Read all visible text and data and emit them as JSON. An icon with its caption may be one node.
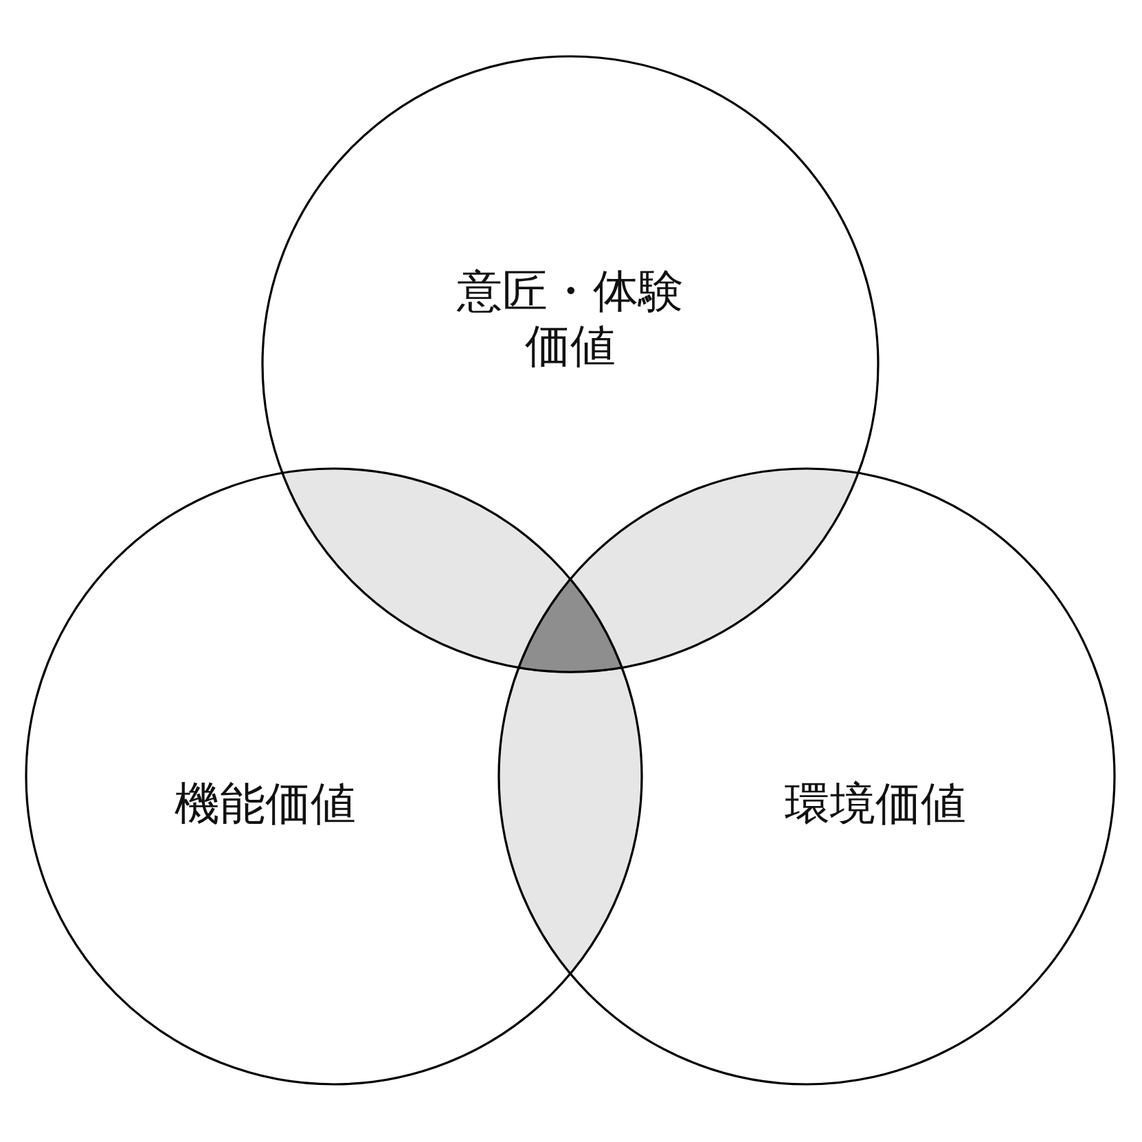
{
  "diagram": {
    "nodes": [
      {
        "text": [
          "意匠・体験価値"
        ]
      },
      {
        "text": [
          "機能価値"
        ]
      },
      {
        "text": [
          "環境価値"
        ]
      },
      {
        "text": [],
        "shape": "lens"
      },
      {
        "text": [],
        "shape": "lens"
      },
      {
        "text": [],
        "shape": "triangle"
      },
      {
        "text": [],
        "shape": "lens"
      }
    ]
  }
}
